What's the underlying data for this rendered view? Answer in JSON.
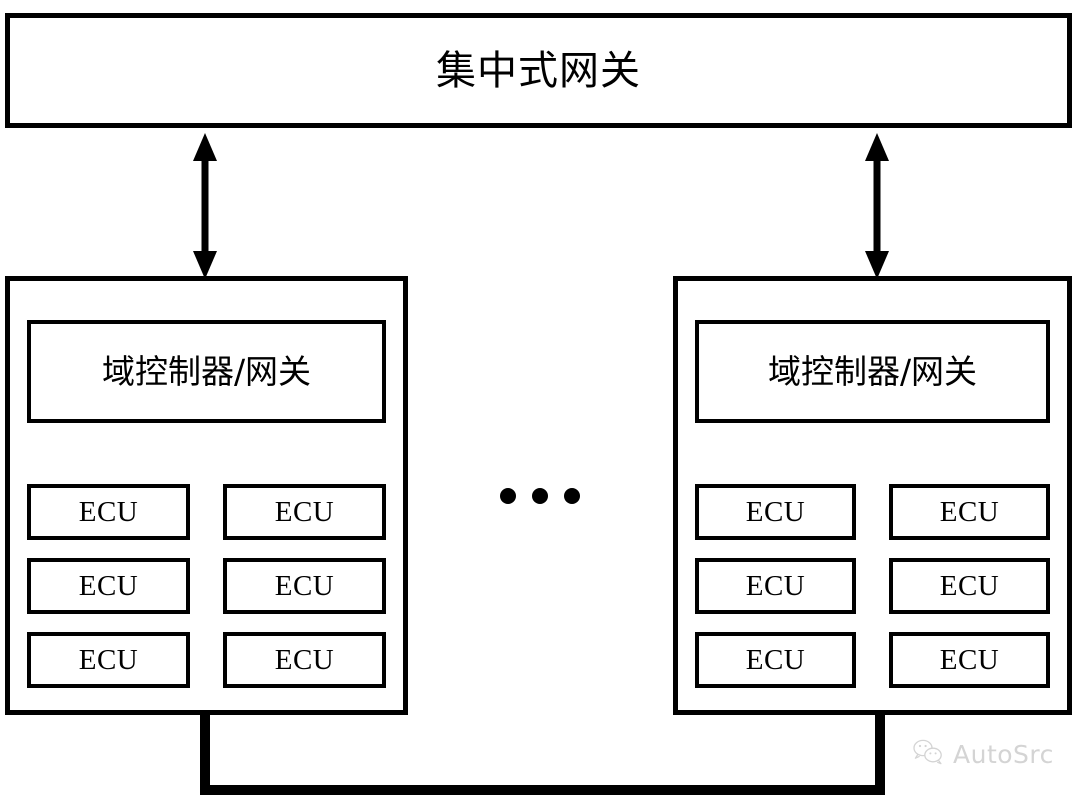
{
  "diagram": {
    "title": "集中式网关",
    "gateway": {
      "label": "集中式网关",
      "name": "centralized-gateway"
    },
    "domains": [
      {
        "id": "left",
        "controller_label": "域控制器/网关",
        "ecus": [
          "ECU",
          "ECU",
          "ECU",
          "ECU",
          "ECU",
          "ECU"
        ]
      },
      {
        "id": "right",
        "controller_label": "域控制器/网关",
        "ecus": [
          "ECU",
          "ECU",
          "ECU",
          "ECU",
          "ECU",
          "ECU"
        ]
      }
    ],
    "ellipsis": "•••",
    "connectors": {
      "left_arrow": "double-headed-arrow",
      "right_arrow": "double-headed-arrow",
      "bus": "bottom-bus-line"
    },
    "colors": {
      "stroke": "#000000",
      "fill": "#ffffff",
      "watermark": "#d2d2d2"
    }
  },
  "watermark": {
    "text": "AutoSrc",
    "icon": "wechat-icon"
  }
}
